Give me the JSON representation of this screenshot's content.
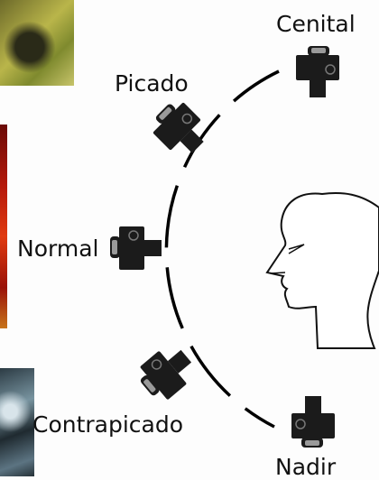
{
  "labels": {
    "cenital": "Cenital",
    "picado": "Picado",
    "normal": "Normal",
    "contrapicado": "Contrapicado",
    "nadir": "Nadir"
  },
  "colors": {
    "camera_body": "#1b1b1b",
    "camera_accent": "#9a9a9a",
    "arc": "#000000"
  },
  "icons": [
    "camera-icon",
    "head-profile-icon"
  ]
}
